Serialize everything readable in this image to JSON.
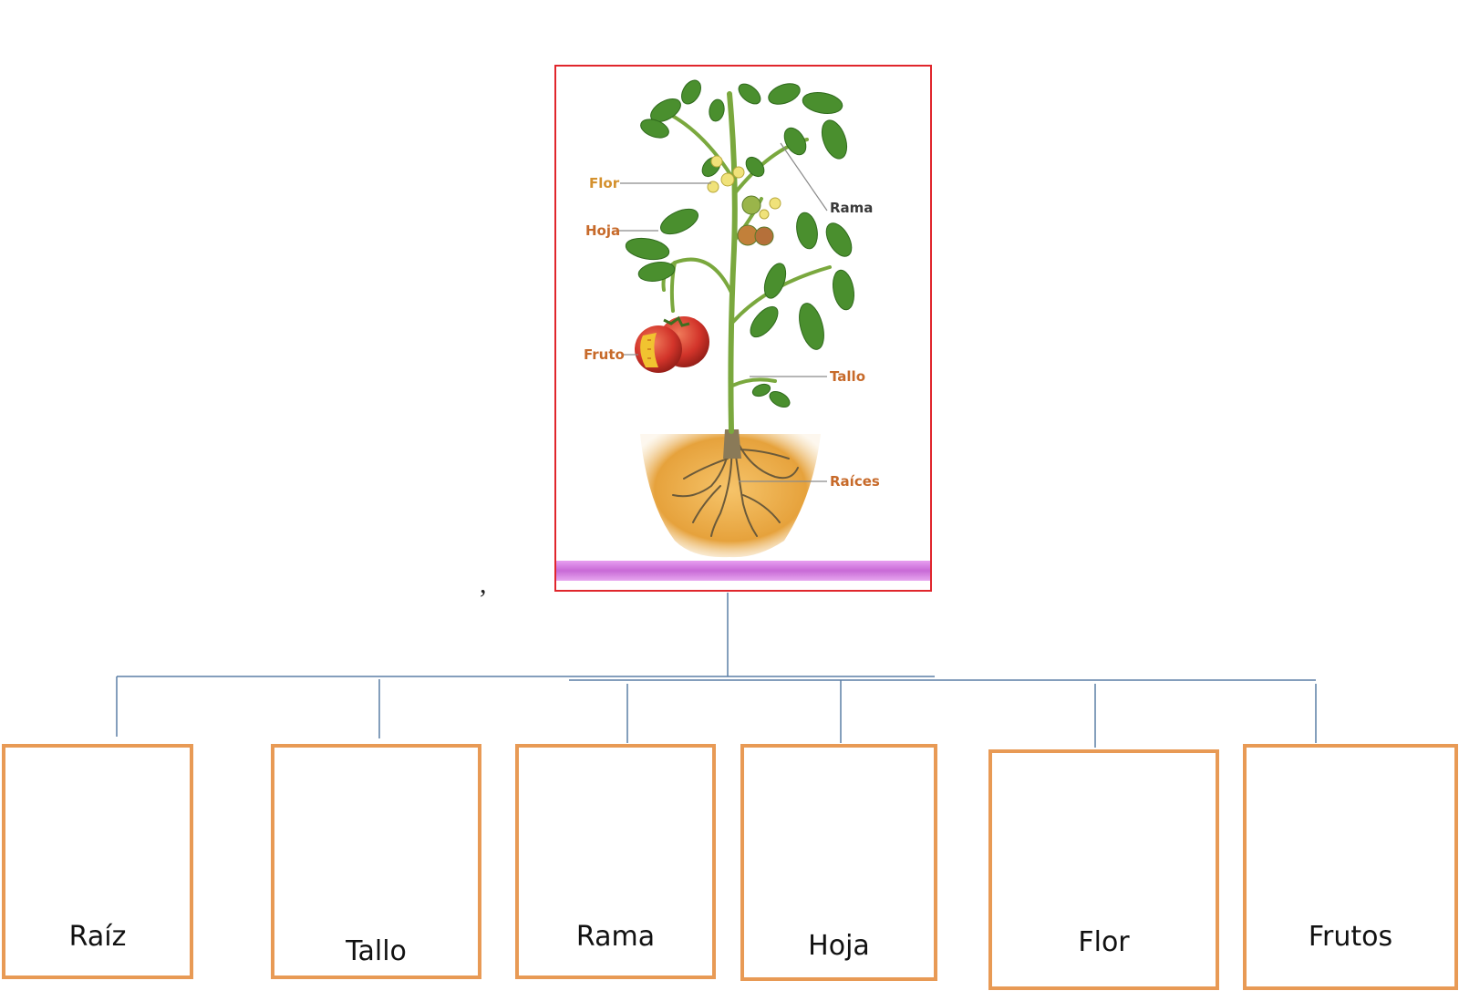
{
  "plant_image": {
    "labels": {
      "flor": "Flor",
      "hoja": "Hoja",
      "fruto": "Fruto",
      "rama": "Rama",
      "tallo": "Tallo",
      "raices": "Raíces"
    },
    "colors": {
      "frame": "#e0262c",
      "label_left": "#c77a2c",
      "label_right": "#3a3a3a",
      "leaf": "#4a8f2e",
      "stem": "#7aa83e",
      "fruit": "#d2342a",
      "soil": "#e6a23c",
      "ground_band": "#c86ad6"
    },
    "stray_mark": ","
  },
  "parts": [
    {
      "label": "Raíz"
    },
    {
      "label": "Tallo"
    },
    {
      "label": "Rama"
    },
    {
      "label": "Hoja"
    },
    {
      "label": "Flor"
    },
    {
      "label": "Frutos"
    }
  ],
  "colors": {
    "connector": "#5b7fa6",
    "box_border": "#e89a55"
  }
}
